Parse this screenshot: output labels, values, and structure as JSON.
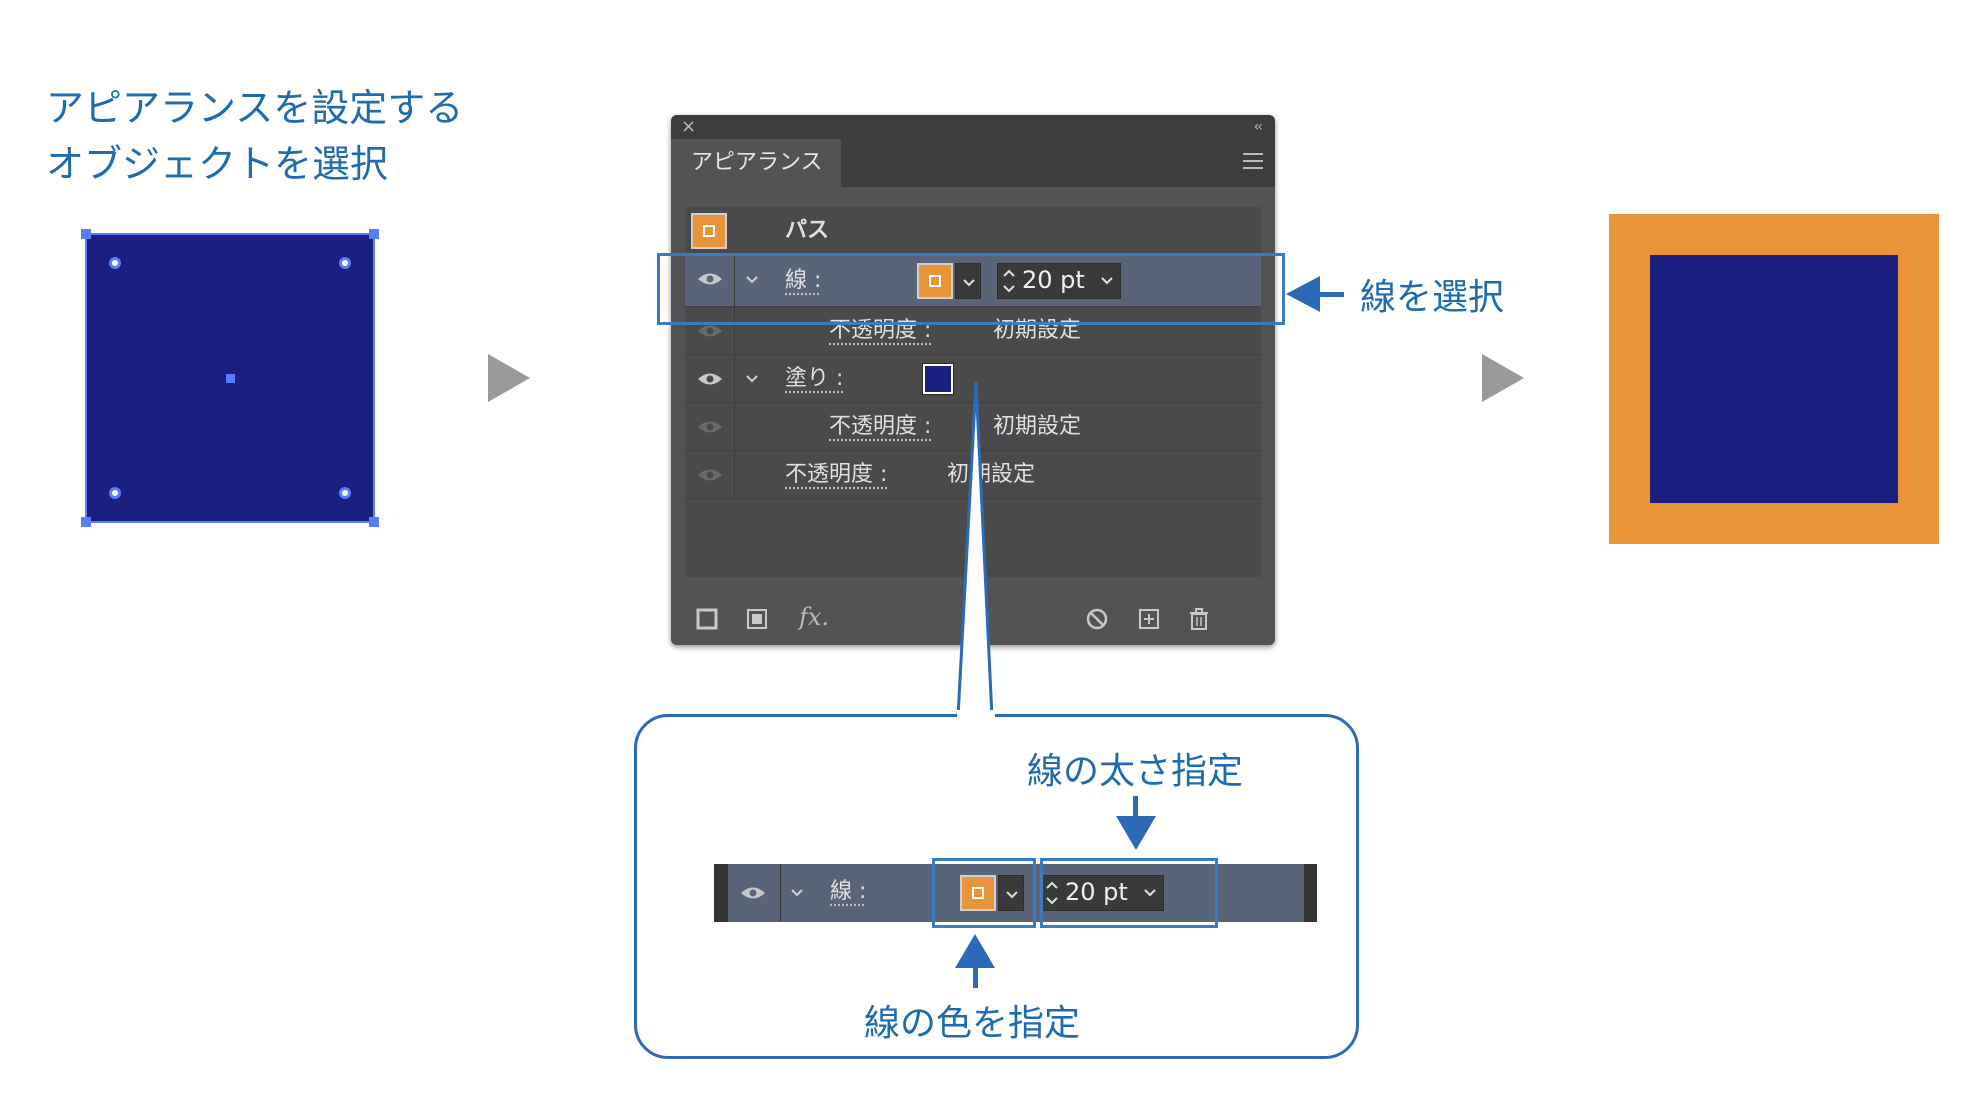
{
  "step1": {
    "title_line1": "アピアランスを設定する",
    "title_line2": "オブジェクトを選択"
  },
  "panel": {
    "close_icon": "×",
    "collapse_icon": "‹‹",
    "tab_label": "アピアランス",
    "path_label": "パス",
    "stroke_label": "線 :",
    "stroke_weight": "20 pt",
    "opacity_label": "不透明度 :",
    "opacity_value": "初期設定",
    "fill_label": "塗り :",
    "fx_label": "fx."
  },
  "annotations": {
    "select_stroke": "線を選択",
    "stroke_weight": "線の太さ指定",
    "stroke_color": "線の色を指定"
  },
  "zoom": {
    "stroke_label": "線 :",
    "stroke_weight": "20 pt"
  },
  "colors": {
    "fill": "#1b1f7f",
    "stroke": "#e8953a",
    "accent": "#1e6bb0"
  },
  "icons": {
    "new_stroke": "square-outline-icon",
    "new_fill": "square-filled-icon",
    "clear": "no-entry-icon",
    "duplicate": "plus-square-icon",
    "delete": "trash-icon"
  }
}
